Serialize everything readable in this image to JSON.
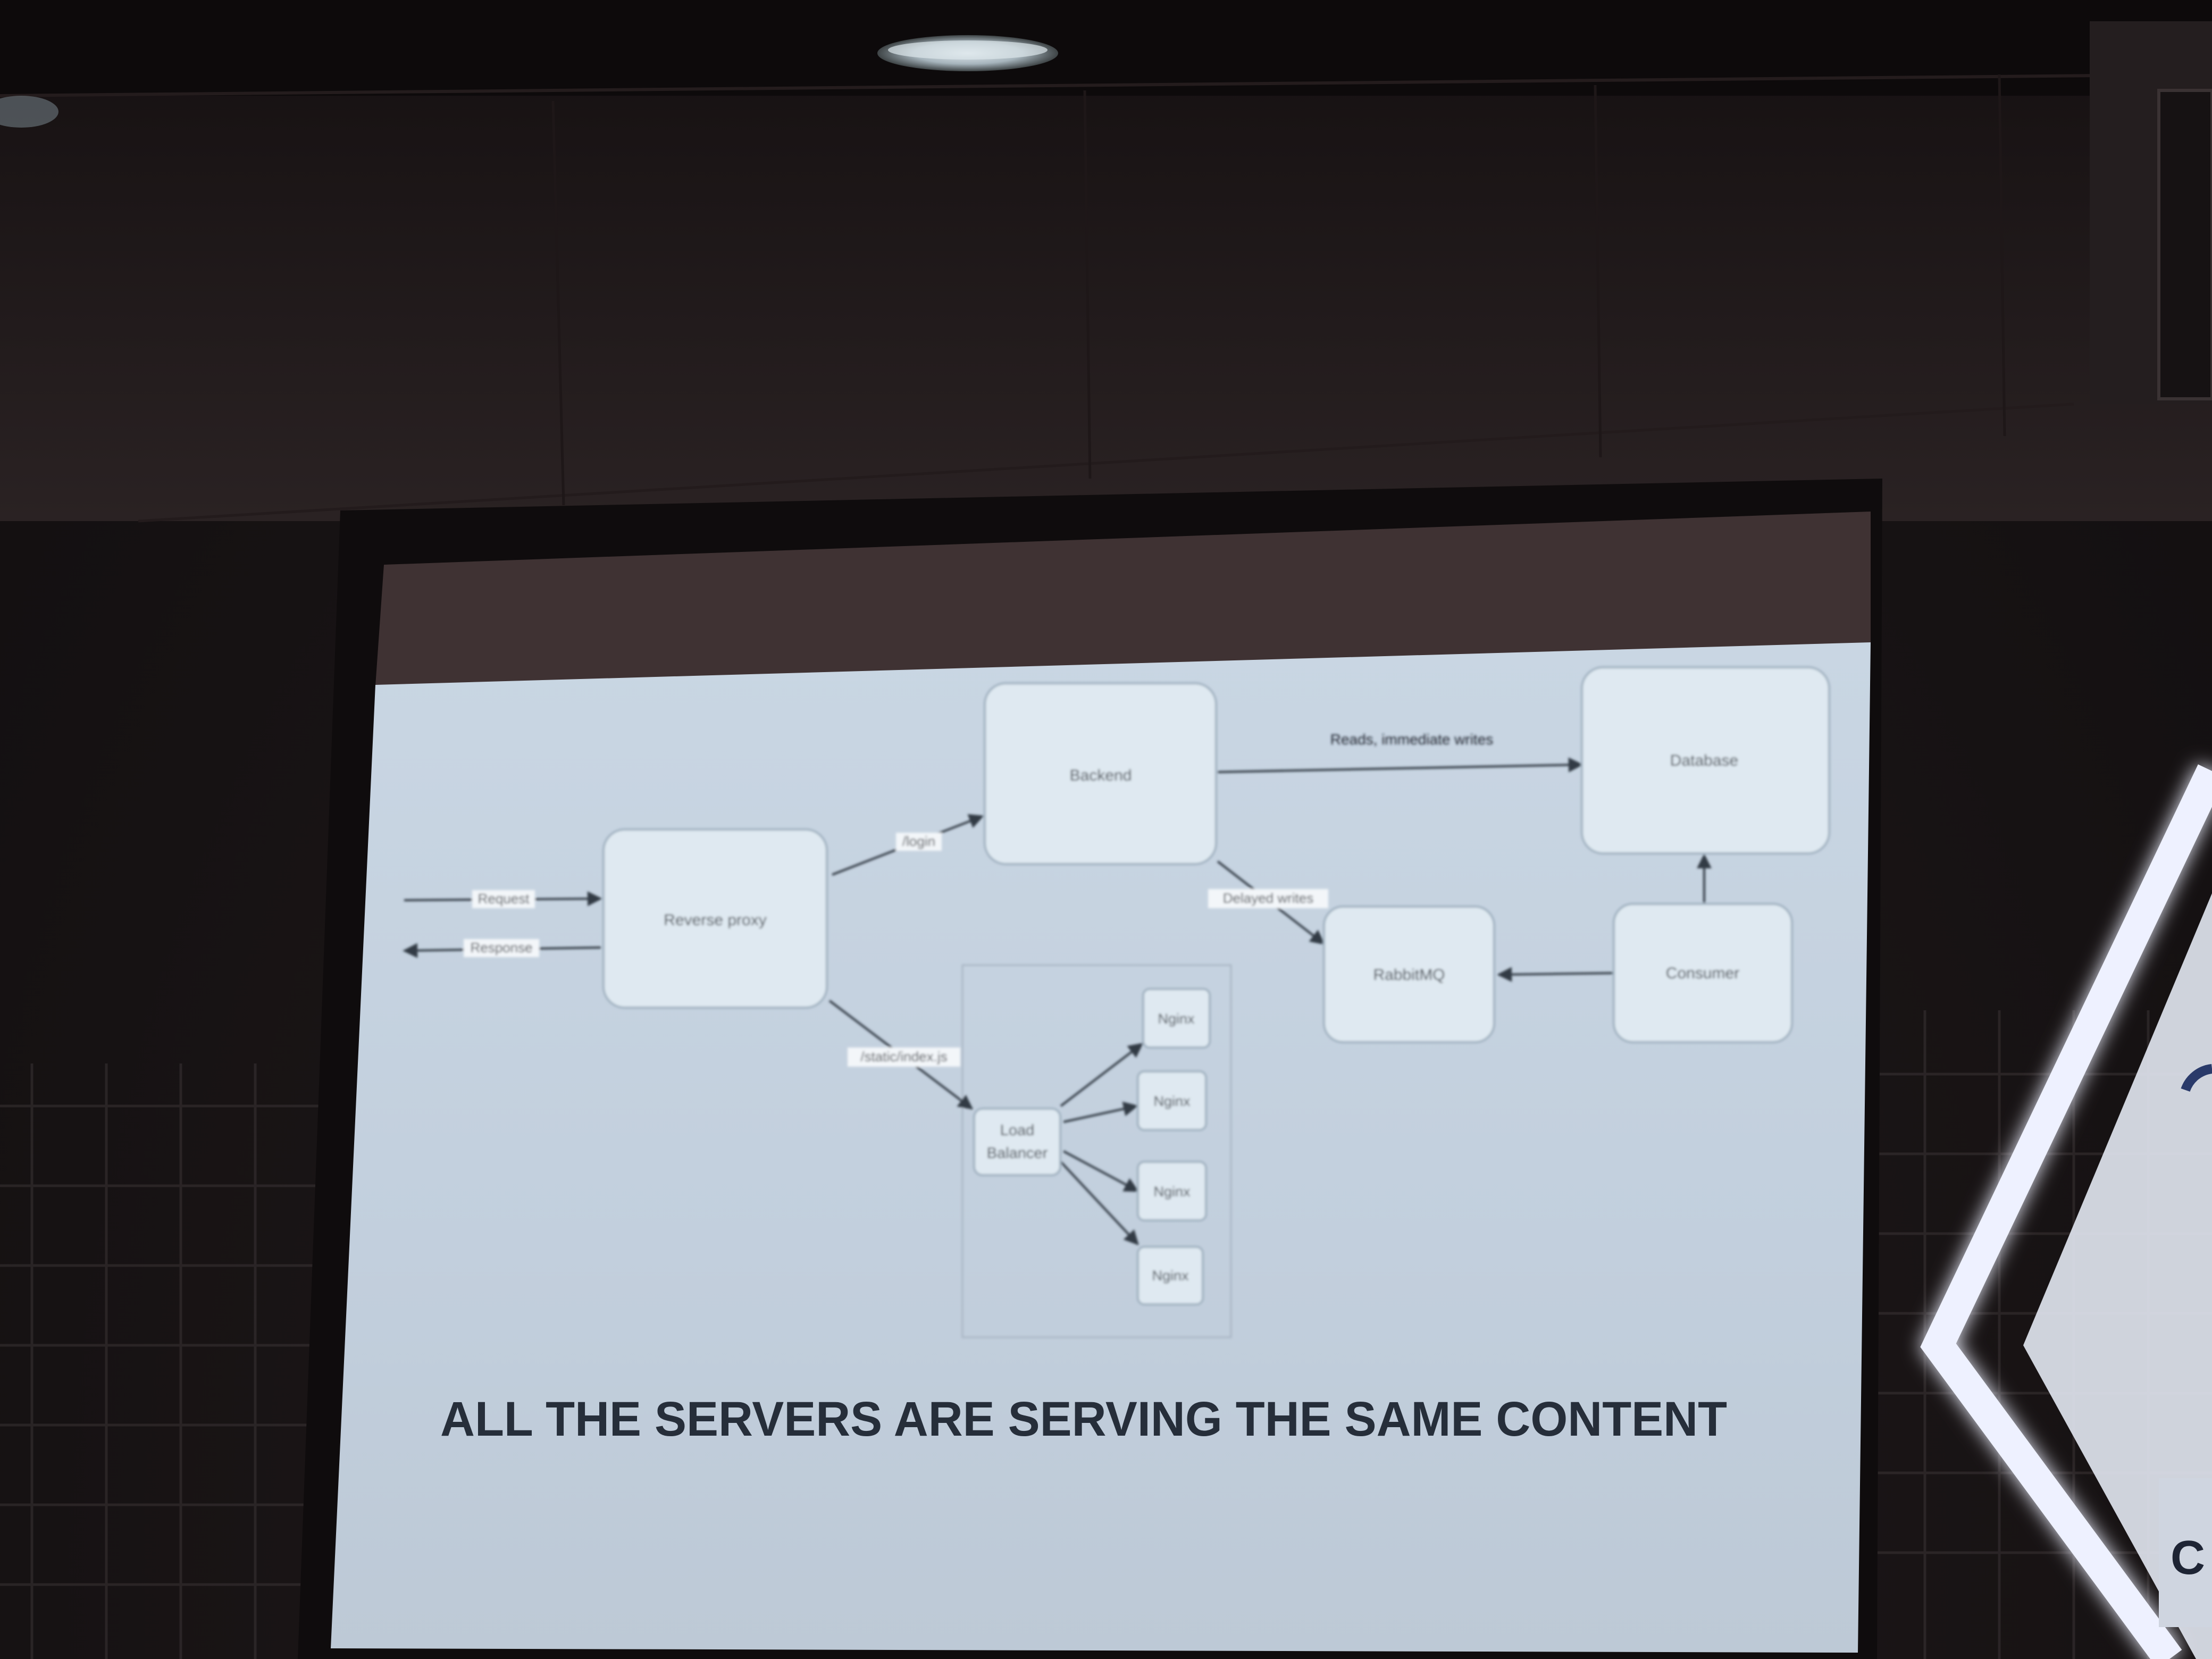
{
  "slide": {
    "caption": "ALL THE SERVERS ARE SERVING THE SAME CONTENT"
  },
  "diagram": {
    "nodes": {
      "reverse_proxy": "Reverse proxy",
      "backend": "Backend",
      "database": "Database",
      "rabbitmq": "RabbitMQ",
      "consumer": "Consumer",
      "load_balancer_line1": "Load",
      "load_balancer_line2": "Balancer",
      "nginx_1": "Nginx",
      "nginx_2": "Nginx",
      "nginx_3": "Nginx",
      "nginx_4": "Nginx"
    },
    "edges": {
      "request": "Request",
      "response": "Response",
      "login": "/login",
      "static_index": "/static/index.js",
      "reads_immediate_writes": "Reads, immediate writes",
      "delayed_writes": "Delayed writes"
    }
  },
  "colors": {
    "room": "#1a1616",
    "slide_header": "#3f3233",
    "slide_body": "#c6d3e1",
    "node_fill": "#dfe9f1",
    "node_stroke": "#9fb0bf",
    "arrow": "#303a44",
    "caption_text": "#262e3a",
    "neon_frame": "#e7ebff"
  }
}
